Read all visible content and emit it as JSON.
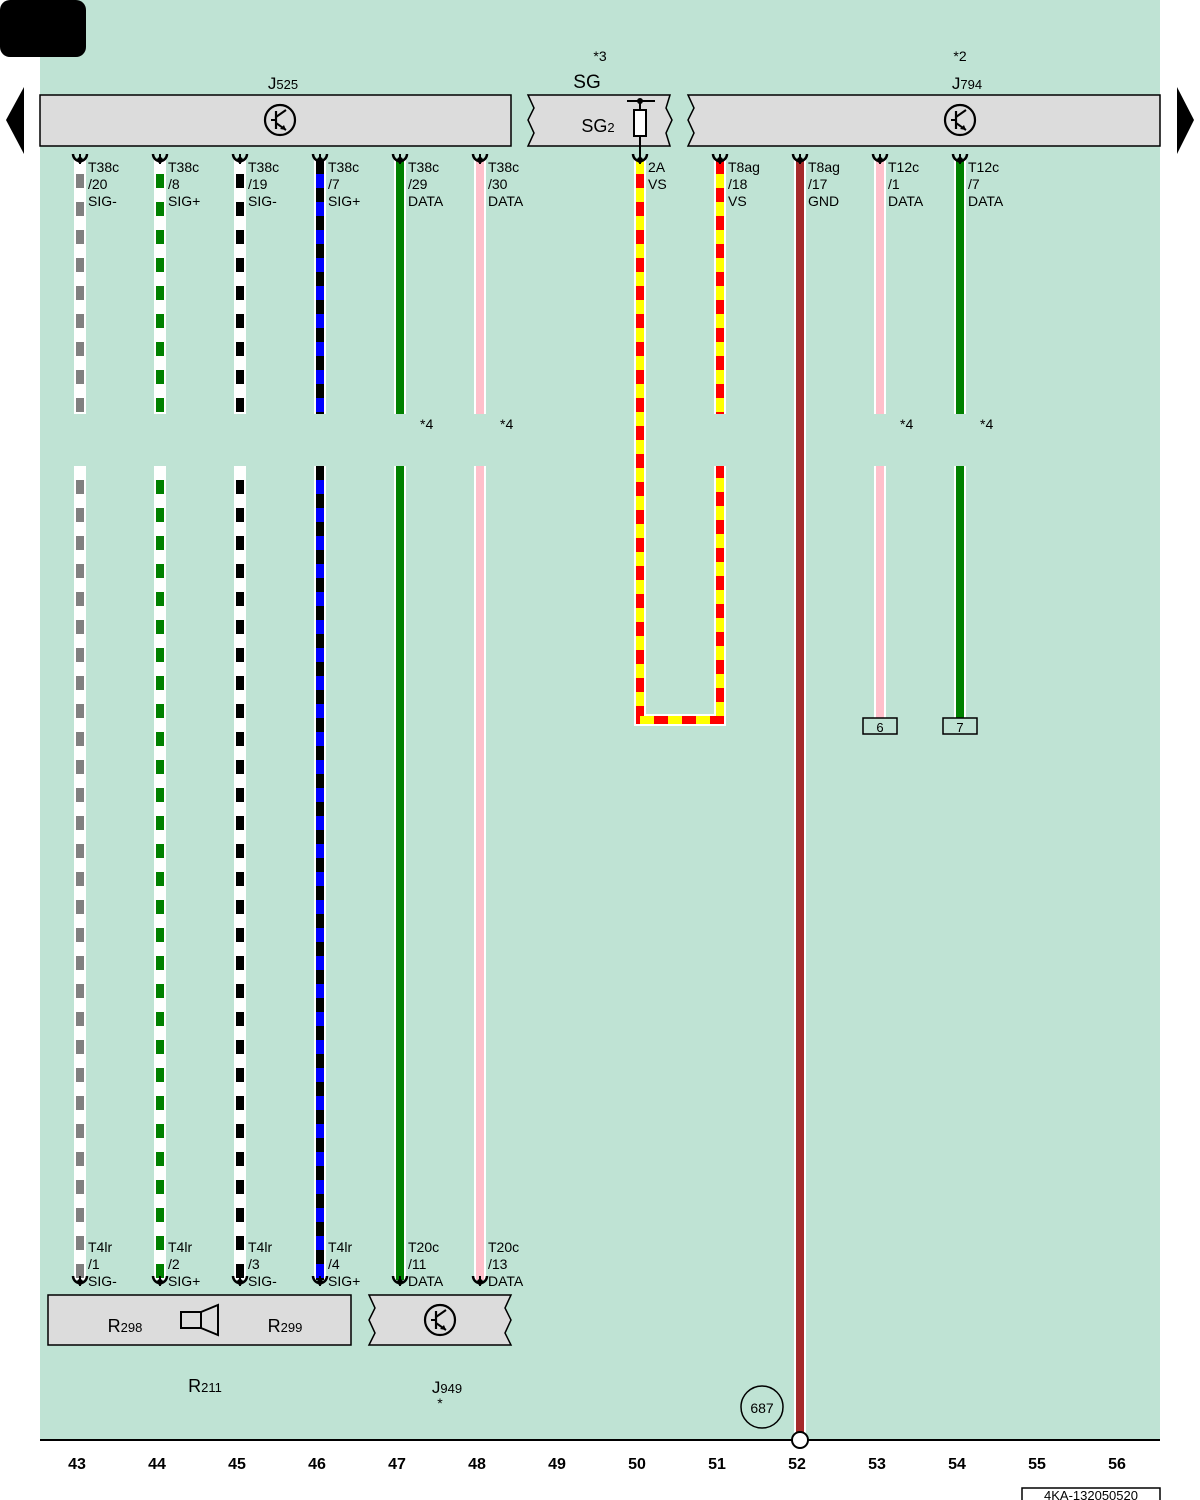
{
  "colors": {
    "background": "#bfe3d4",
    "component": "#dcdcdc",
    "border": "#000000",
    "ground_wire": "#a52a2a"
  },
  "top_components": {
    "j525": {
      "label_main": "J",
      "label_sub": "525",
      "icon": "transistor-icon"
    },
    "sg": {
      "title": "SG",
      "note": "*3",
      "label_main": "SG",
      "label_sub": "2",
      "icon": "fuse-icon"
    },
    "j794": {
      "label_main": "J",
      "label_sub": "794",
      "note": "*2",
      "icon": "transistor-icon"
    }
  },
  "bottom_components": {
    "r211": {
      "label_main": "R",
      "label_sub": "211"
    },
    "r298": {
      "label_main": "R",
      "label_sub": "298"
    },
    "r299": {
      "label_main": "R",
      "label_sub": "299"
    },
    "j949": {
      "label_main": "J",
      "label_sub": "949",
      "note": "*",
      "icon": "transistor-icon"
    },
    "speaker_icon": "speaker-icon"
  },
  "top_pins": [
    {
      "id": "p43",
      "l1": "T38c",
      "l2": "/20",
      "l3": "SIG-"
    },
    {
      "id": "p44",
      "l1": "T38c",
      "l2": "/8",
      "l3": "SIG+"
    },
    {
      "id": "p45",
      "l1": "T38c",
      "l2": "/19",
      "l3": "SIG-"
    },
    {
      "id": "p46",
      "l1": "T38c",
      "l2": "/7",
      "l3": "SIG+"
    },
    {
      "id": "p47",
      "l1": "T38c",
      "l2": "/29",
      "l3": "DATA"
    },
    {
      "id": "p48",
      "l1": "T38c",
      "l2": "/30",
      "l3": "DATA"
    },
    {
      "id": "p50",
      "l1": "2A",
      "l2": "VS",
      "l3": ""
    },
    {
      "id": "p51",
      "l1": "T8ag",
      "l2": "/18",
      "l3": "VS"
    },
    {
      "id": "p52",
      "l1": "T8ag",
      "l2": "/17",
      "l3": "GND"
    },
    {
      "id": "p53",
      "l1": "T12c",
      "l2": "/1",
      "l3": "DATA"
    },
    {
      "id": "p54",
      "l1": "T12c",
      "l2": "/7",
      "l3": "DATA"
    }
  ],
  "bottom_pins": [
    {
      "id": "b43",
      "l1": "T4lr",
      "l2": "/1",
      "l3": "SIG-"
    },
    {
      "id": "b44",
      "l1": "T4lr",
      "l2": "/2",
      "l3": "SIG+"
    },
    {
      "id": "b45",
      "l1": "T4lr",
      "l2": "/3",
      "l3": "SIG-"
    },
    {
      "id": "b46",
      "l1": "T4lr",
      "l2": "/4",
      "l3": "SIG+"
    },
    {
      "id": "b47",
      "l1": "T20c",
      "l2": "/11",
      "l3": "DATA"
    },
    {
      "id": "b48",
      "l1": "T20c",
      "l2": "/13",
      "l3": "DATA"
    }
  ],
  "wire_colors": {
    "w43": [
      "#808080",
      "#ffffff"
    ],
    "w44": [
      "#008000",
      "#ffffff"
    ],
    "w45": [
      "#000000",
      "#ffffff"
    ],
    "w46": [
      "#0000ff",
      "#000000"
    ],
    "w47": [
      "#008000"
    ],
    "w48": [
      "#ffc0cb"
    ],
    "w50": [
      "#ff0000",
      "#ffff00"
    ],
    "w51": [
      "#ffff00",
      "#ff0000"
    ],
    "w52": [
      "#a52a2a"
    ],
    "w53": [
      "#ffc0cb"
    ],
    "w54": [
      "#008000"
    ]
  },
  "break_notes": {
    "n47": "*4",
    "n48": "*4",
    "n53": "*4",
    "n54": "*4"
  },
  "refs": {
    "r53": "6",
    "r54": "7"
  },
  "ground_point": "687",
  "grid_numbers": [
    "43",
    "44",
    "45",
    "46",
    "47",
    "48",
    "49",
    "50",
    "51",
    "52",
    "53",
    "54",
    "55",
    "56"
  ],
  "drawing_id": "4KA-132050520"
}
